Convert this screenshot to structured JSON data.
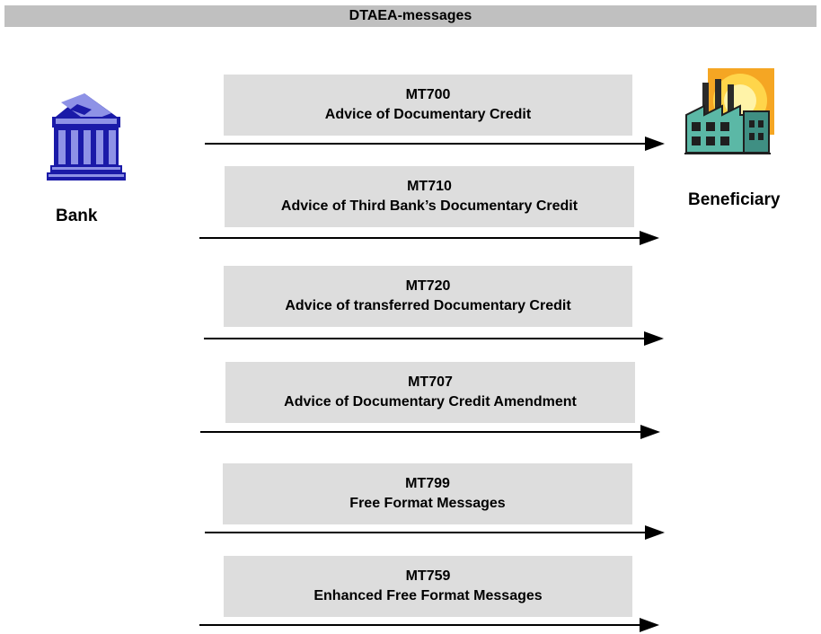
{
  "title": "DTAEA-messages",
  "sender": {
    "label": "Bank",
    "icon": "bank-building-icon"
  },
  "receiver": {
    "label": "Beneficiary",
    "icon": "factory-icon"
  },
  "colors": {
    "bank": "#1a1aa8",
    "bank_light": "#8e92e6",
    "factory_sun": "#f5a623",
    "factory_body": "#5bb8a6",
    "box": "#dddddd",
    "title_bar": "#c0c0c0"
  },
  "messages": [
    {
      "code": "MT700",
      "description": "Advice of Documentary Credit"
    },
    {
      "code": "MT710",
      "description": "Advice of Third Bank’s Documentary Credit"
    },
    {
      "code": "MT720",
      "description": "Advice of transferred Documentary Credit"
    },
    {
      "code": "MT707",
      "description": "Advice of Documentary Credit Amendment"
    },
    {
      "code": "MT799",
      "description": "Free Format Messages"
    },
    {
      "code": "MT759",
      "description": "Enhanced Free Format Messages"
    }
  ]
}
